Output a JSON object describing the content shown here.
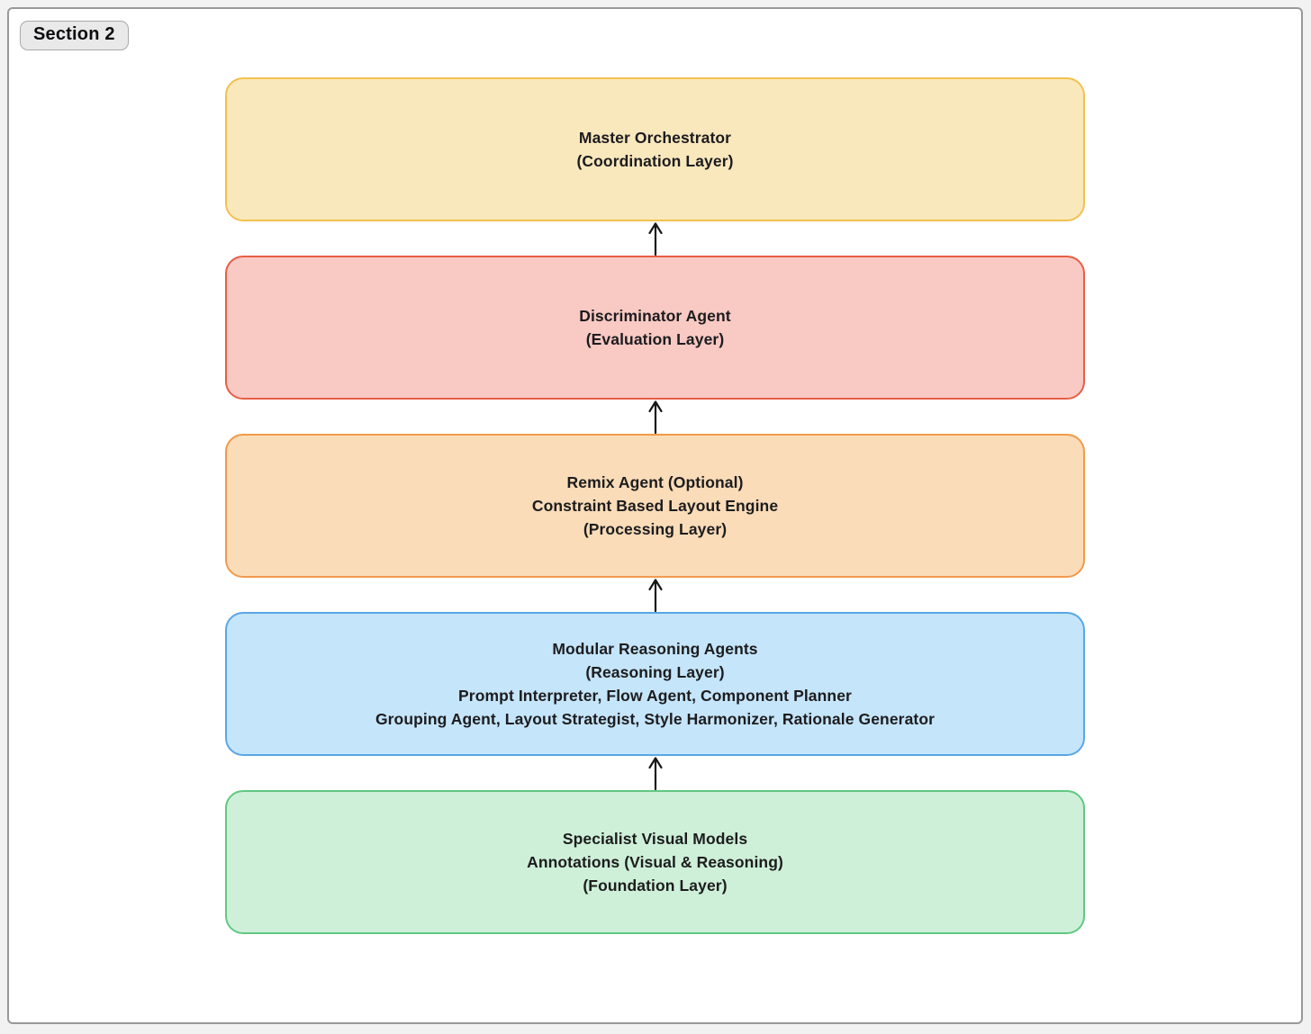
{
  "page": {
    "section_label": "Section 2"
  },
  "diagram": {
    "arrow_color": "#161616",
    "text_color": "#1c1c1e",
    "layers": [
      {
        "id": "master-orchestrator",
        "lines": [
          "Master Orchestrator",
          "(Coordination Layer)"
        ],
        "fill": "#fae8bd",
        "border": "#f2c14e"
      },
      {
        "id": "discriminator-agent",
        "lines": [
          "Discriminator Agent",
          "(Evaluation Layer)"
        ],
        "fill": "#f9c9c4",
        "border": "#e65f46"
      },
      {
        "id": "remix-agent",
        "lines": [
          "Remix Agent (Optional)",
          "Constraint Based Layout Engine",
          "(Processing Layer)"
        ],
        "fill": "#fadcb8",
        "border": "#f19a4b"
      },
      {
        "id": "modular-reasoning-agents",
        "lines": [
          "Modular Reasoning Agents",
          "(Reasoning Layer)",
          "Prompt Interpreter, Flow Agent, Component Planner",
          "Grouping Agent, Layout Strategist, Style Harmonizer, Rationale Generator"
        ],
        "fill": "#c5e5fa",
        "border": "#58a7e6"
      },
      {
        "id": "specialist-visual-models",
        "lines": [
          "Specialist Visual Models",
          "Annotations (Visual & Reasoning)",
          "(Foundation Layer)"
        ],
        "fill": "#cef0d8",
        "border": "#61c882"
      }
    ]
  }
}
